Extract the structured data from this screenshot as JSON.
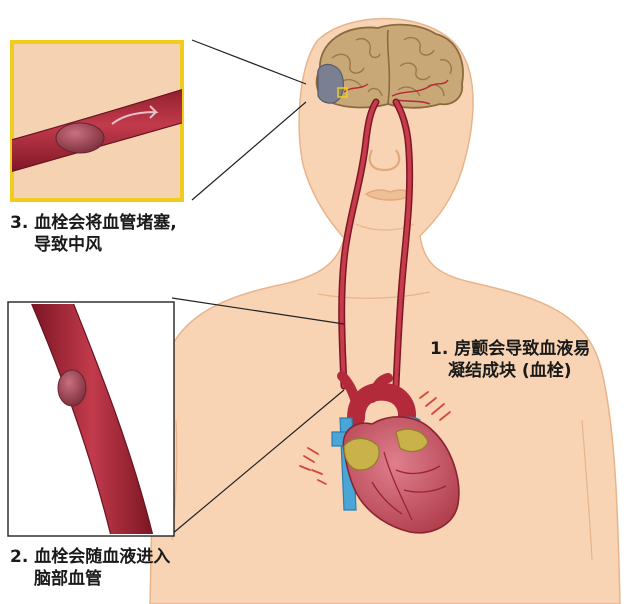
{
  "labels": {
    "step1": {
      "line1": "1. 房颤会导致血液易",
      "line2": "凝结成块 (血栓)"
    },
    "step2": {
      "line1": "2. 血栓会随血液进入",
      "line2": "脑部血管"
    },
    "step3": {
      "line1": "3. 血栓会将血管堵塞,",
      "line2": "导致中风"
    }
  },
  "colors": {
    "skin": "#f8d4b4",
    "skin_outline": "#e8b48c",
    "artery": "#b32a3a",
    "artery_dark": "#7e1624",
    "brain": "#c9a878",
    "stroke_area": "#7a7f92",
    "inset_frame_yellow": "#f2cc1c",
    "clot": "#9a3f4c"
  }
}
